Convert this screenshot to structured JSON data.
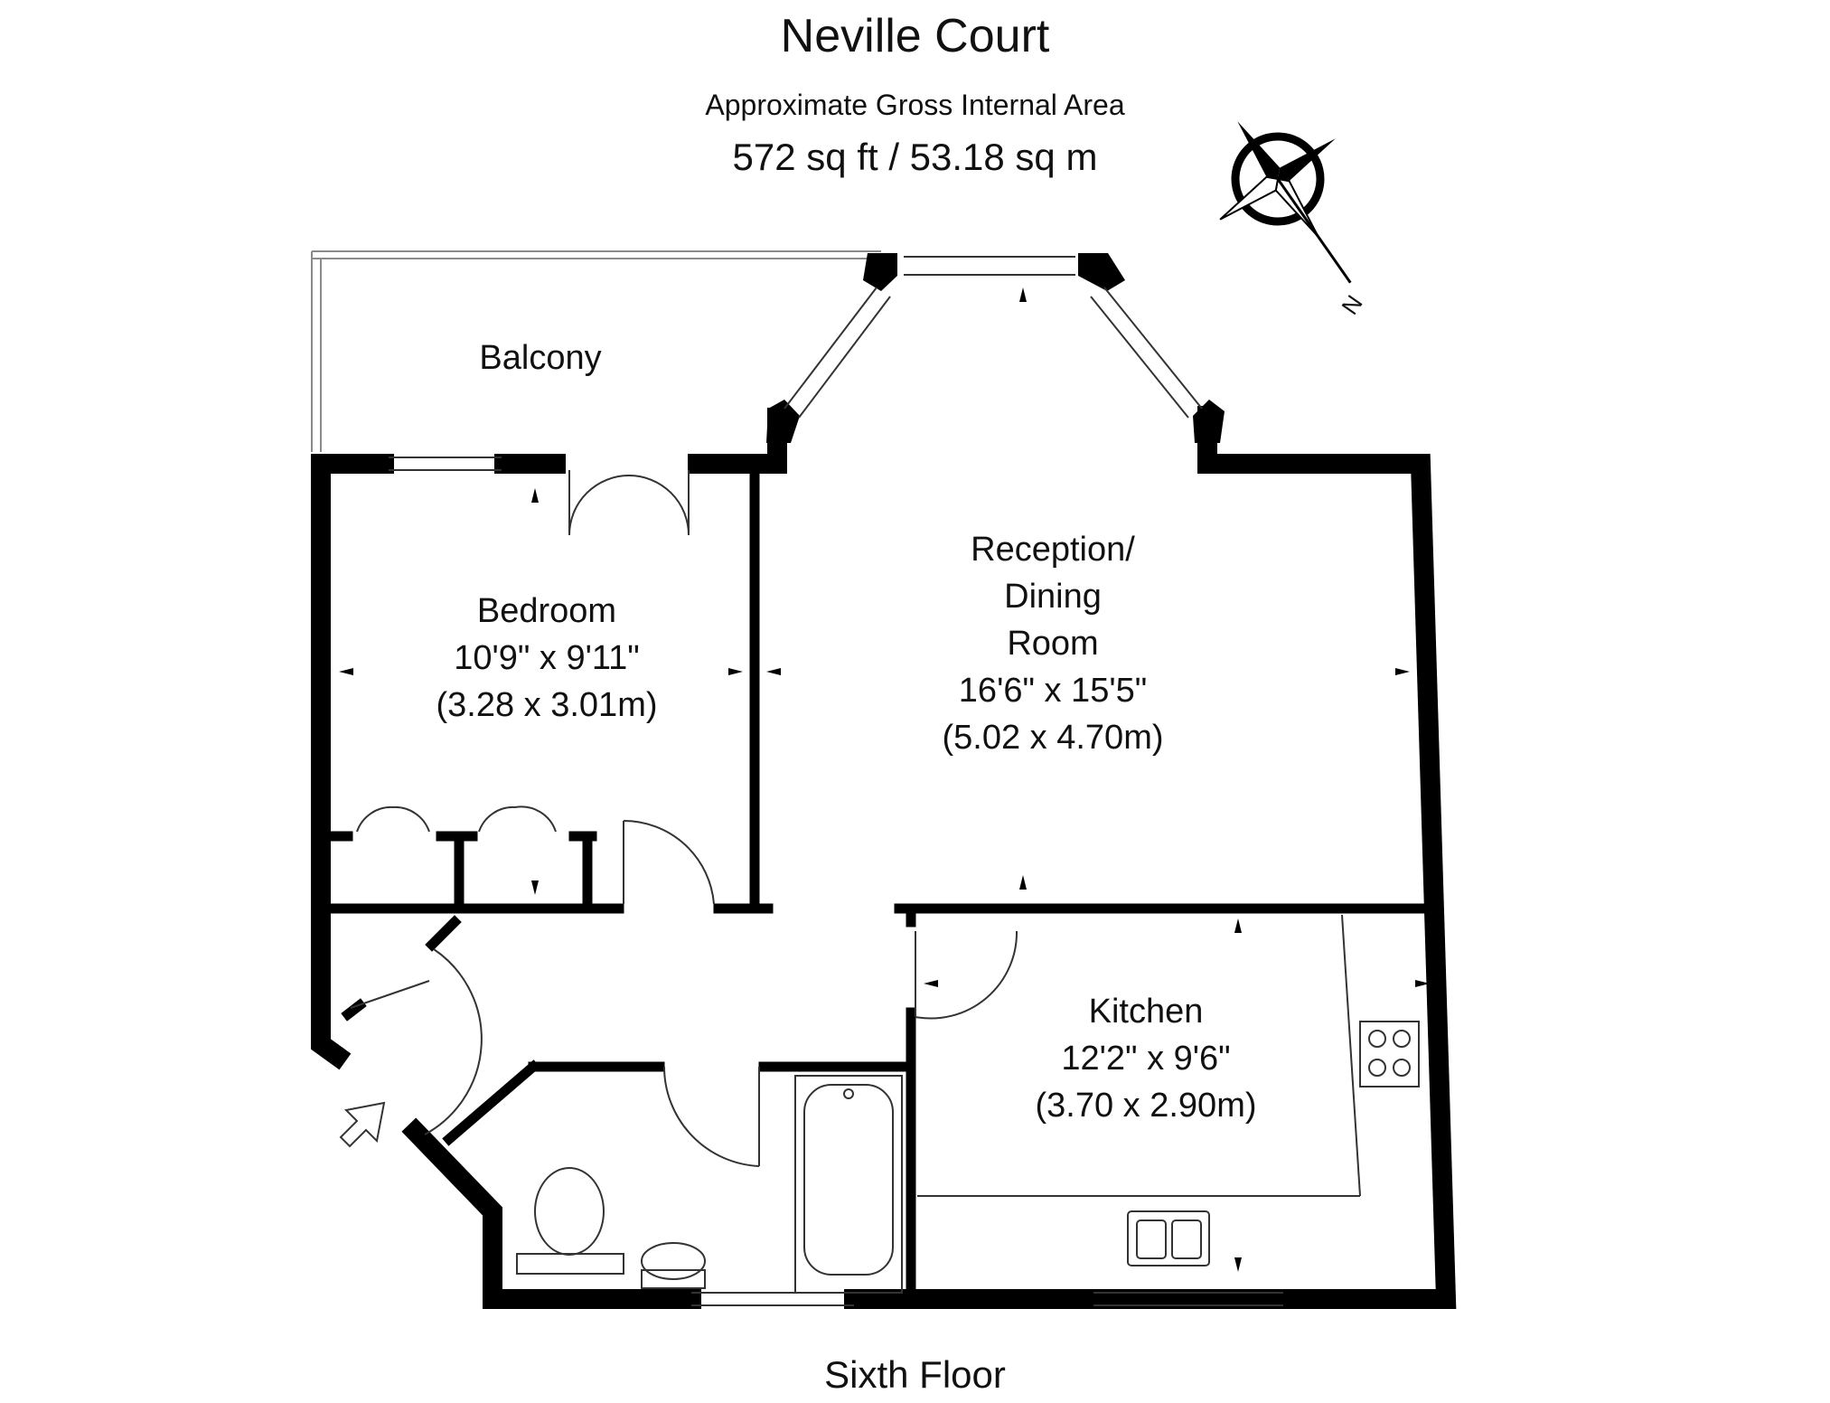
{
  "header": {
    "title": "Neville Court",
    "area_label": "Approximate Gross Internal Area",
    "area_value": "572 sq ft  /  53.18 sq m"
  },
  "compass": {
    "icon": "compass-icon",
    "letter": "N"
  },
  "rooms": {
    "balcony": {
      "name": "Balcony"
    },
    "bedroom": {
      "name": "Bedroom",
      "size_imperial": "10'9\" x 9'11\"",
      "size_metric": "(3.28 x 3.01m)"
    },
    "reception": {
      "name_line1": "Reception/",
      "name_line2": "Dining",
      "name_line3": "Room",
      "size_imperial": "16'6\" x 15'5\"",
      "size_metric": "(5.02 x 4.70m)"
    },
    "kitchen": {
      "name": "Kitchen",
      "size_imperial": "12'2\" x 9'6\"",
      "size_metric": "(3.70 x 2.90m)"
    }
  },
  "footer": {
    "floor": "Sixth Floor"
  },
  "colors": {
    "wall": "#000000",
    "line": "#333333",
    "balcony_rail": "#888888",
    "background": "#ffffff"
  }
}
